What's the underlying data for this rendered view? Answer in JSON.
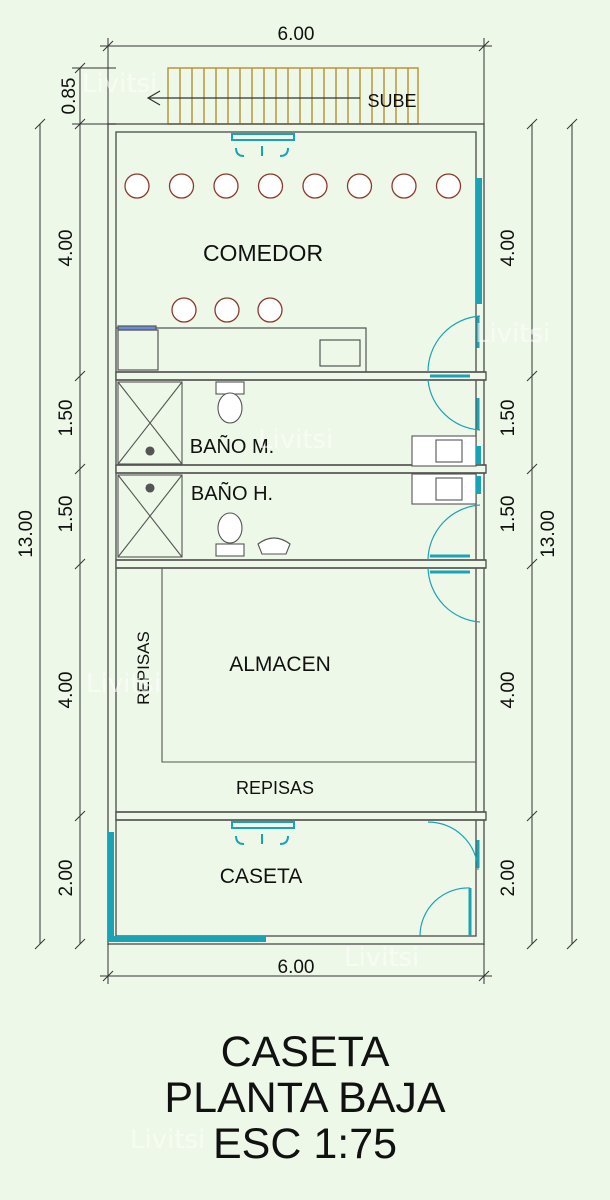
{
  "plan": {
    "rooms": {
      "comedor": "COMEDOR",
      "bano_m": "BAÑO M.",
      "bano_h": "BAÑO H.",
      "almacen": "ALMACEN",
      "caseta": "CASETA",
      "repisas_side": "REPISAS",
      "repisas_bottom": "REPISAS",
      "sube": "SUBE"
    },
    "dimensions": {
      "top_width": "6.00",
      "bottom_width": "6.00",
      "stair_depth": "0.85",
      "left_comedor": "4.00",
      "left_bano_m": "1.50",
      "left_bano_h": "1.50",
      "left_almacen": "4.00",
      "left_caseta": "2.00",
      "left_total": "13.00",
      "right_comedor": "4.00",
      "right_bano_m": "1.50",
      "right_bano_h": "1.50",
      "right_almacen": "4.00",
      "right_caseta": "2.00",
      "right_total": "13.00"
    },
    "watermark": "Livitsi"
  },
  "title": {
    "line1": "CASETA",
    "line2": "PLANTA BAJA",
    "line3": "ESC 1:75"
  },
  "colors": {
    "background": "#eef8e8",
    "wall": "#444444",
    "window": "#1aa3b5",
    "fixture": "#1aa3b5",
    "stool": "#8b3a2a"
  }
}
